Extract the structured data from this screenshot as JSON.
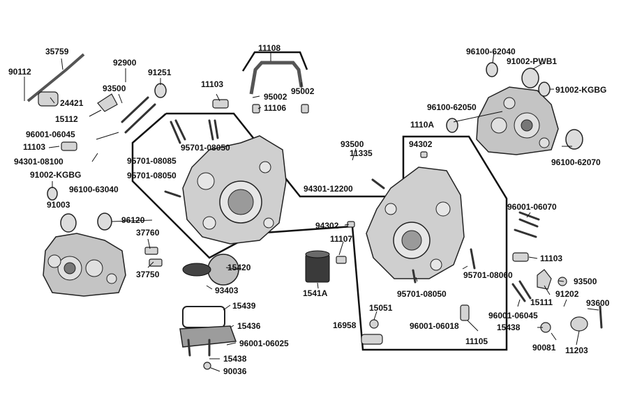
{
  "diagram": {
    "part_labels": [
      {
        "code": "35759"
      },
      {
        "code": "90112"
      },
      {
        "code": "24421"
      },
      {
        "code": "15112"
      },
      {
        "code": "96001-06045"
      },
      {
        "code": "11103"
      },
      {
        "code": "94301-08100"
      },
      {
        "code": "91002-KGBG"
      },
      {
        "code": "96100-63040"
      },
      {
        "code": "91003"
      },
      {
        "code": "96120"
      },
      {
        "code": "37760"
      },
      {
        "code": "37750"
      },
      {
        "code": "92900"
      },
      {
        "code": "93500"
      },
      {
        "code": "91251"
      },
      {
        "code": "11103"
      },
      {
        "code": "95701-08050"
      },
      {
        "code": "95701-08085"
      },
      {
        "code": "95701-08050"
      },
      {
        "code": "11108"
      },
      {
        "code": "95002"
      },
      {
        "code": "95002"
      },
      {
        "code": "11106"
      },
      {
        "code": "15420"
      },
      {
        "code": "93403"
      },
      {
        "code": "15439"
      },
      {
        "code": "15436"
      },
      {
        "code": "96001-06025"
      },
      {
        "code": "15438"
      },
      {
        "code": "90036"
      },
      {
        "code": "93500"
      },
      {
        "code": "11335"
      },
      {
        "code": "94301-12200"
      },
      {
        "code": "1110A"
      },
      {
        "code": "94302"
      },
      {
        "code": "94302"
      },
      {
        "code": "11107"
      },
      {
        "code": "1541A"
      },
      {
        "code": "15051"
      },
      {
        "code": "16958"
      },
      {
        "code": "96001-06018"
      },
      {
        "code": "95701-08060"
      },
      {
        "code": "95701-08050"
      },
      {
        "code": "11105"
      },
      {
        "code": "96100-62040"
      },
      {
        "code": "91002-PWB1"
      },
      {
        "code": "91002-KGBG"
      },
      {
        "code": "96100-62050"
      },
      {
        "code": "96100-62070"
      },
      {
        "code": "96001-06070"
      },
      {
        "code": "11103"
      },
      {
        "code": "93500"
      },
      {
        "code": "15111"
      },
      {
        "code": "91202"
      },
      {
        "code": "93600"
      },
      {
        "code": "96001-06045"
      },
      {
        "code": "15438"
      },
      {
        "code": "90081"
      },
      {
        "code": "11203"
      }
    ]
  },
  "colors": {
    "line": "#111111",
    "part_fill": "#c8c8c8",
    "part_dark": "#6e6e6e",
    "background": "#ffffff"
  }
}
